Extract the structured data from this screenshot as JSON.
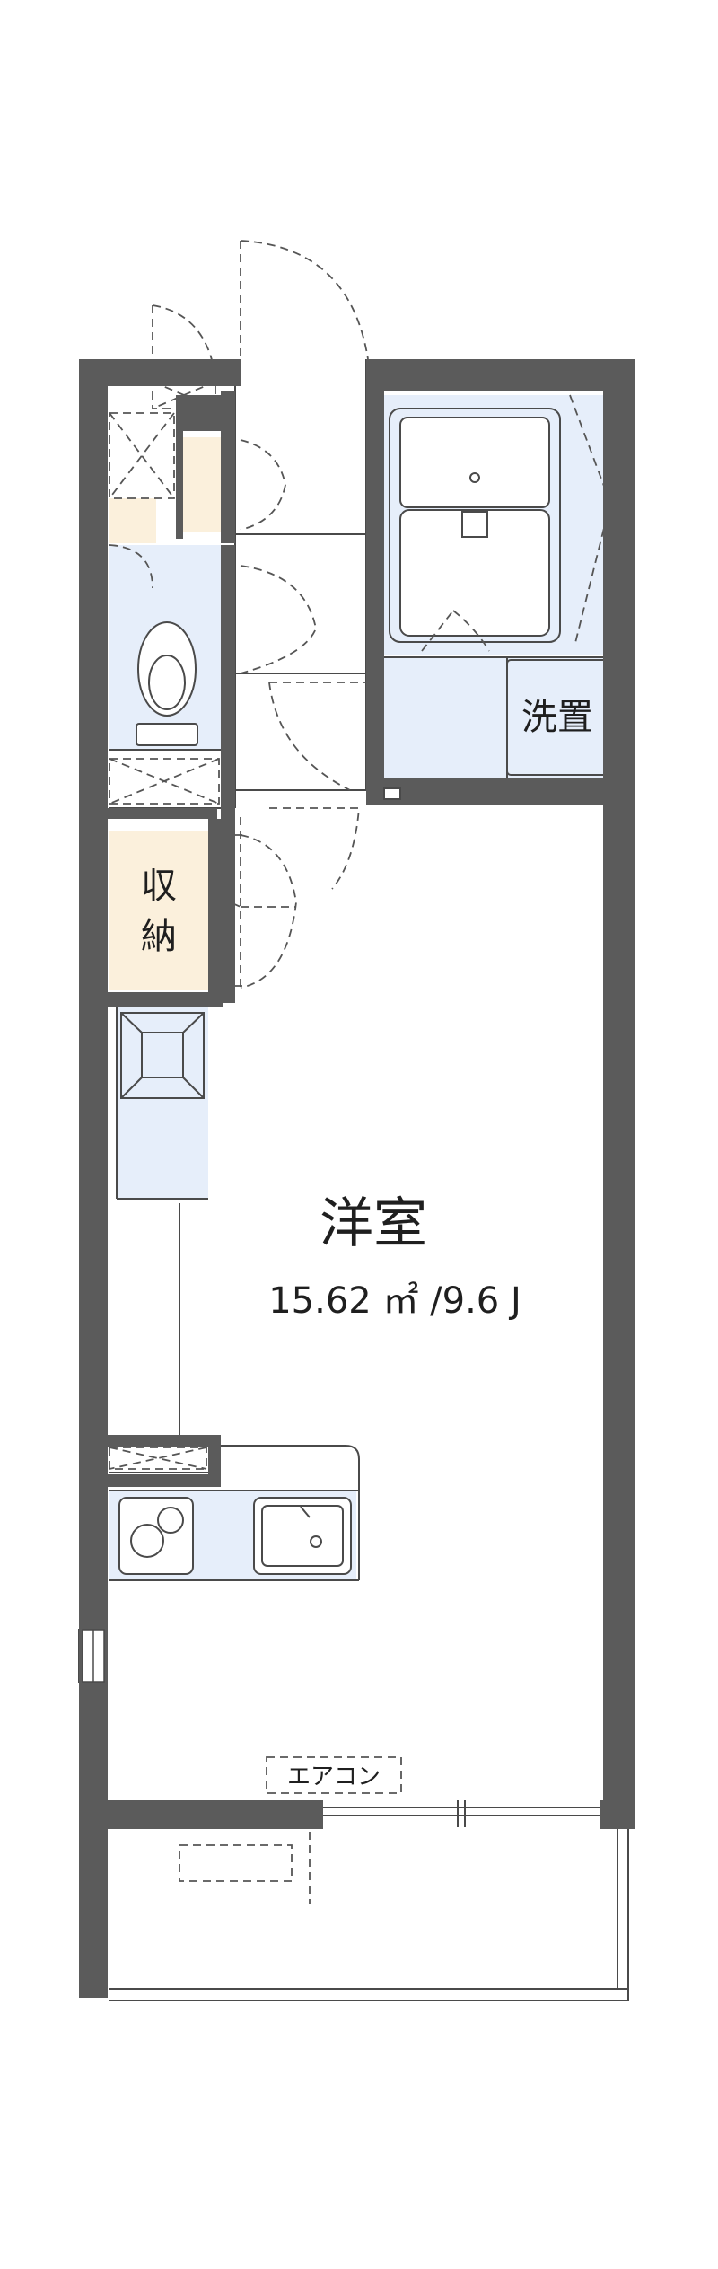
{
  "rooms": {
    "main_room": {
      "name": "洋室",
      "area": "15.62 ㎡ /9.6 J"
    },
    "storage": {
      "char1": "収",
      "char2": "納"
    },
    "washer": {
      "name": "洗置"
    },
    "aircon": {
      "name": "エアコン"
    }
  },
  "colors": {
    "wall": "#5b5b5b",
    "wet_area": "#e6eefa",
    "storage_fill": "#fbf0dc",
    "line": "#4a4a4a",
    "dash": "#555555"
  }
}
